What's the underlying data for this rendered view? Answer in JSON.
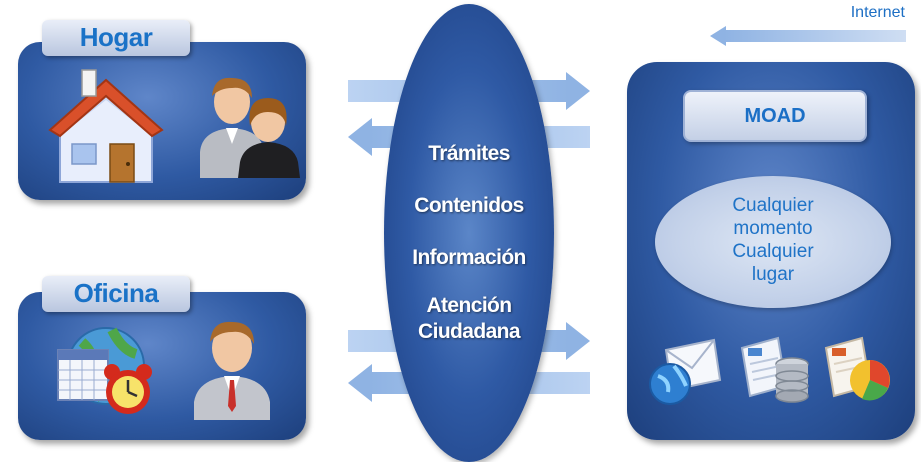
{
  "hogar": {
    "label": "Hogar"
  },
  "oficina": {
    "label": "Oficina"
  },
  "center": {
    "items": [
      "Trámites",
      "Contenidos",
      "Información",
      "Atención",
      "Ciudadana"
    ]
  },
  "internet": {
    "label": "Internet"
  },
  "moad": {
    "title": "MOAD",
    "lines": [
      "Cualquier",
      "momento",
      "Cualquier",
      "lugar"
    ]
  },
  "icons": {
    "hogar": [
      "house-icon",
      "couple-icon"
    ],
    "oficina": [
      "calendar-globe-icon",
      "alarm-clock-icon",
      "businessman-icon"
    ],
    "moad": [
      "email-globe-icon",
      "database-icon",
      "chart-document-icon"
    ]
  },
  "colors": {
    "accent": "#1a72c7",
    "panel": "#2f5aa3",
    "arrow": "#8fb3e3"
  }
}
